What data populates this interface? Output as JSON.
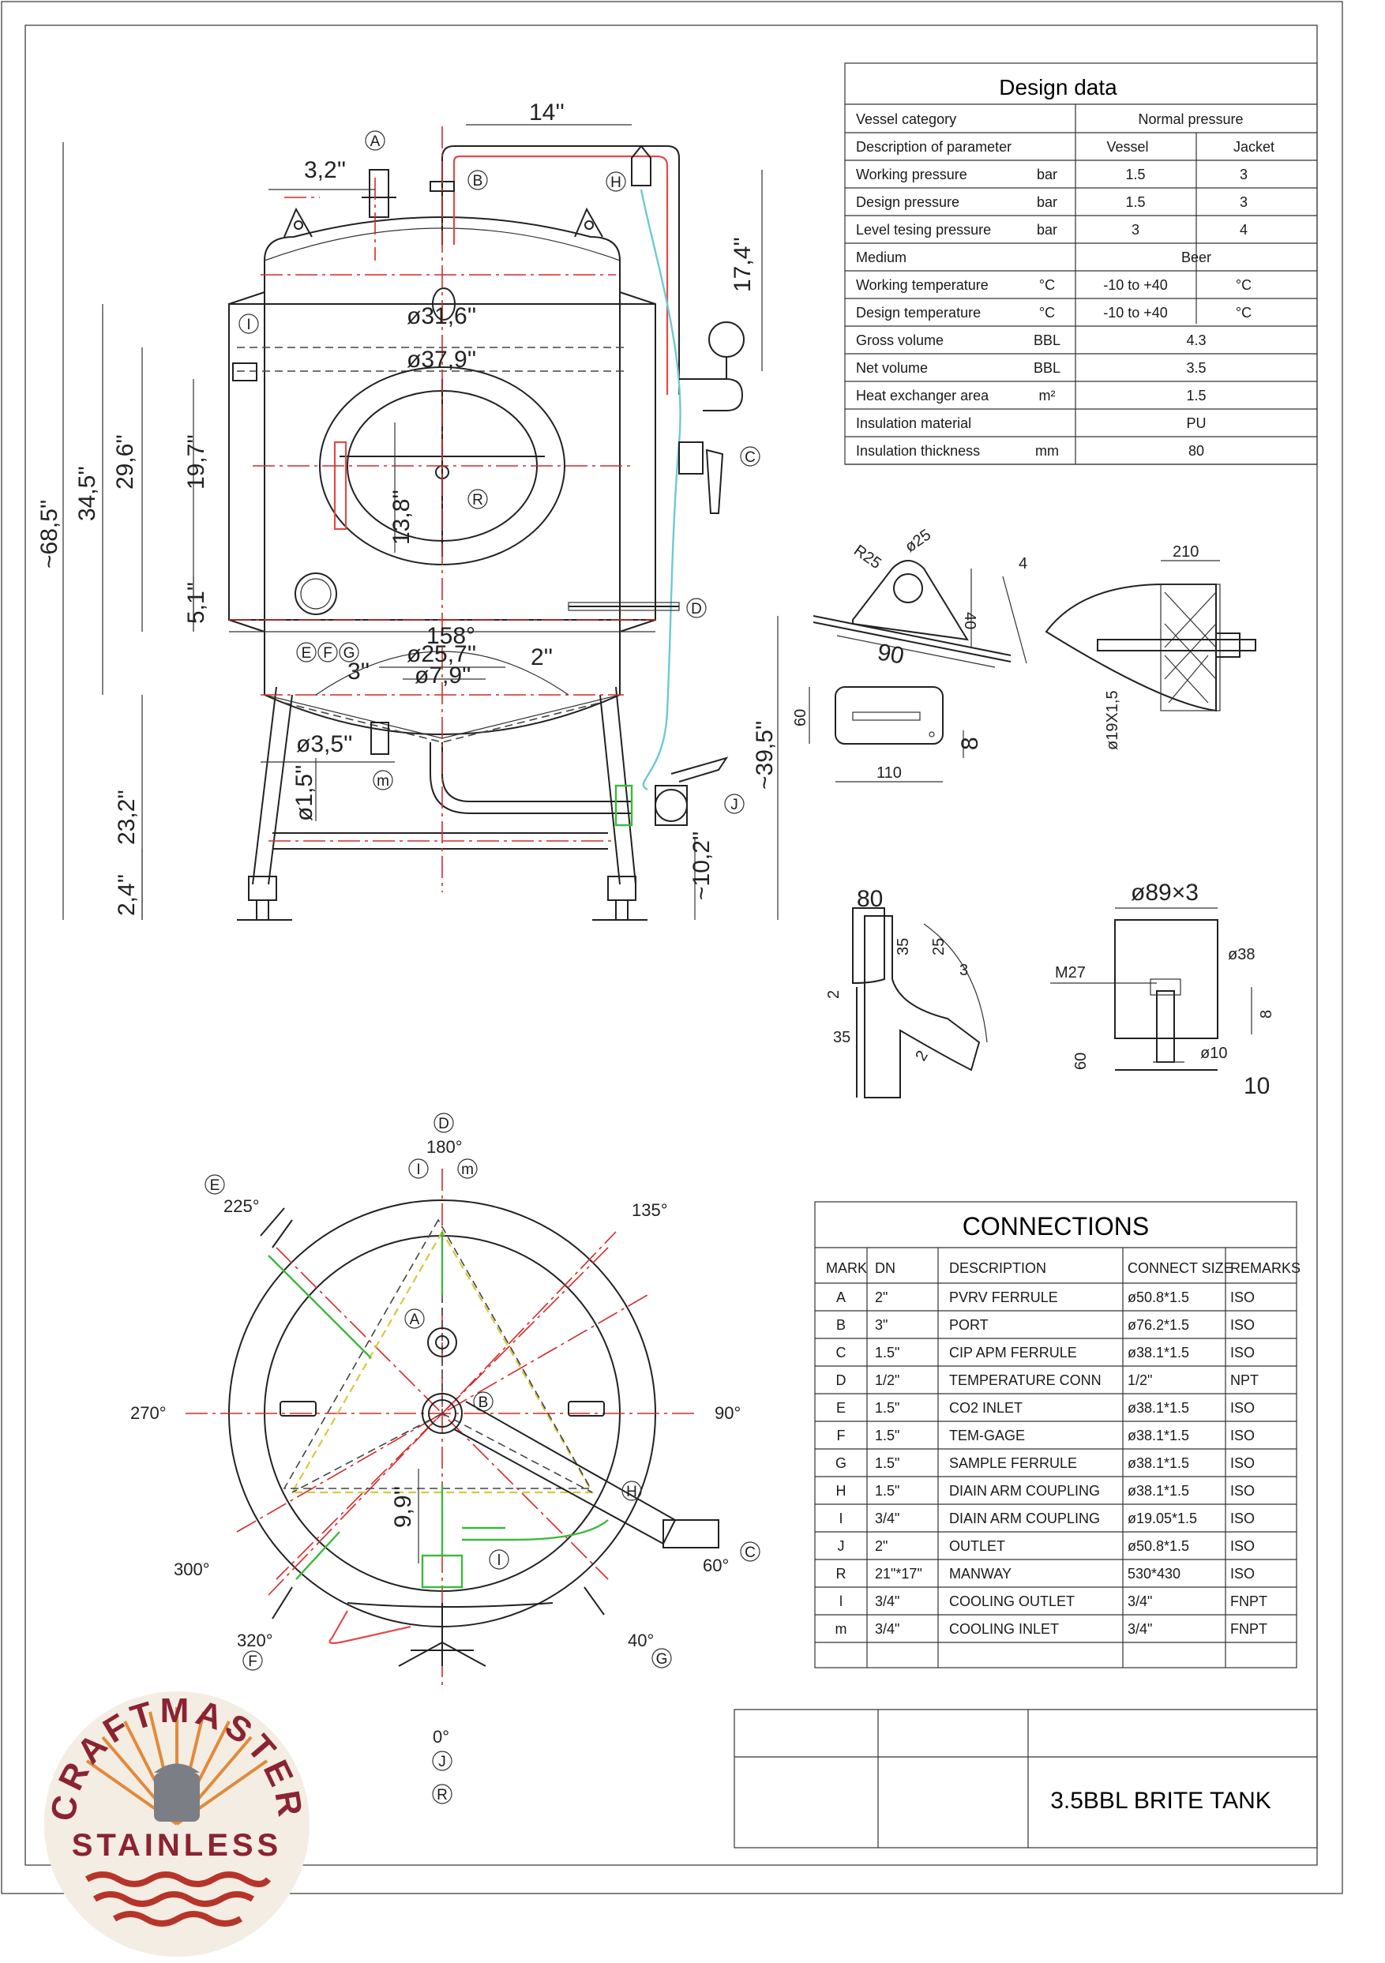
{
  "design_data": {
    "title": "Design data",
    "header": {
      "vessel_category_label": "Vessel category",
      "vessel_category_value": "Normal pressure",
      "param_label": "Description of parameter",
      "col_vessel": "Vessel",
      "col_jacket": "Jacket"
    },
    "rows": [
      {
        "label": "Working pressure",
        "unit": "bar",
        "vessel": "1.5",
        "jacket": "3"
      },
      {
        "label": "Design pressure",
        "unit": "bar",
        "vessel": "1.5",
        "jacket": "3"
      },
      {
        "label": "Level tesing pressure",
        "unit": "bar",
        "vessel": "3",
        "jacket": "4"
      },
      {
        "label": "Medium",
        "unit": "",
        "vessel": "Beer",
        "jacket": ""
      },
      {
        "label": "Working temperature",
        "unit": "°C",
        "vessel": "-10 to +40",
        "jacket": "°C"
      },
      {
        "label": "Design temperature",
        "unit": "°C",
        "vessel": "-10 to +40",
        "jacket": "°C"
      },
      {
        "label": "Gross volume",
        "unit": "BBL",
        "vessel": "4.3",
        "jacket": ""
      },
      {
        "label": "Net volume",
        "unit": "BBL",
        "vessel": "3.5",
        "jacket": ""
      },
      {
        "label": "Heat exchanger area",
        "unit": "m²",
        "vessel": "1.5",
        "jacket": ""
      },
      {
        "label": "Insulation material",
        "unit": "",
        "vessel": "PU",
        "jacket": ""
      },
      {
        "label": "Insulation thickness",
        "unit": "mm",
        "vessel": "80",
        "jacket": ""
      }
    ]
  },
  "connections": {
    "title": "CONNECTIONS",
    "columns": [
      "MARK",
      "DN",
      "DESCRIPTION",
      "CONNECT SIZE",
      "REMARKS"
    ],
    "rows": [
      [
        "A",
        "2\"",
        "PVRV FERRULE",
        "ø50.8*1.5",
        "ISO"
      ],
      [
        "B",
        "3\"",
        "PORT",
        "ø76.2*1.5",
        "ISO"
      ],
      [
        "C",
        "1.5\"",
        "CIP APM FERRULE",
        "ø38.1*1.5",
        "ISO"
      ],
      [
        "D",
        "1/2\"",
        "TEMPERATURE CONN",
        "1/2\"",
        "NPT"
      ],
      [
        "E",
        "1.5\"",
        "CO2 INLET",
        "ø38.1*1.5",
        "ISO"
      ],
      [
        "F",
        "1.5\"",
        "TEM-GAGE",
        "ø38.1*1.5",
        "ISO"
      ],
      [
        "G",
        "1.5\"",
        "SAMPLE FERRULE",
        "ø38.1*1.5",
        "ISO"
      ],
      [
        "H",
        "1.5\"",
        "DIAIN ARM COUPLING",
        "ø38.1*1.5",
        "ISO"
      ],
      [
        "I",
        "3/4\"",
        "DIAIN ARM COUPLING",
        "ø19.05*1.5",
        "ISO"
      ],
      [
        "J",
        "2\"",
        "OUTLET",
        "ø50.8*1.5",
        "ISO"
      ],
      [
        "R",
        "21\"*17\"",
        "MANWAY",
        "530*430",
        "ISO"
      ],
      [
        "l",
        "3/4\"",
        "COOLING OUTLET",
        "3/4\"",
        "FNPT"
      ],
      [
        "m",
        "3/4\"",
        "COOLING INLET",
        "3/4\"",
        "FNPT"
      ]
    ]
  },
  "title_block": {
    "drawing_title": "3.5BBL BRITE TANK"
  },
  "logo": {
    "top_text": "CRAFTMASTER",
    "bottom_text": "STAINLESS"
  },
  "dimensions": {
    "d14": "14''",
    "d3_2": "3,2''",
    "d17_4": "17,4''",
    "d31_6": "ø31,6''",
    "d37_9": "ø37,9''",
    "d68_5": "~68,5''",
    "d34_5": "34,5''",
    "d29_6": "29,6''",
    "d19_7": "19,7''",
    "d5_1": "5,1''",
    "d13_8": "13,8''",
    "d158": "158°",
    "d25_7": "ø25,7''",
    "d2": "2''",
    "d7_9": "ø7,9''",
    "d3": "3''",
    "d3_5": "ø3,5''",
    "d1_5": "ø1,5''",
    "d39_5": "~39,5''",
    "d23_2": "23,2''",
    "d2_4": "2,4''",
    "d10_2": "~10,2''",
    "d9_9": "9,9''"
  },
  "detail_dims": {
    "r25": "R25",
    "o25": "ø25",
    "four": "4",
    "forty": "40",
    "ninety": "90",
    "sixty": "60",
    "eight": "8",
    "d110": "110",
    "d210": "210",
    "d19x15": "ø19X1,5",
    "d80": "80",
    "d35a": "35",
    "d25": "25",
    "d3": "3",
    "d2a": "2",
    "d35b": "35",
    "d2b": "2",
    "d89x3": "ø89×3",
    "d38": "ø38",
    "m27": "M27",
    "d8b": "8",
    "d60b": "60",
    "d10o": "ø10",
    "d10": "10"
  },
  "angles": {
    "a180": "180°",
    "a135": "135°",
    "a225": "225°",
    "a270": "270°",
    "a90": "90°",
    "a300": "300°",
    "a60": "60°",
    "a320": "320°",
    "a40": "40°",
    "a0": "0°"
  },
  "marks": {
    "A": "A",
    "B": "B",
    "C": "C",
    "D": "D",
    "E": "E",
    "F": "F",
    "G": "G",
    "H": "H",
    "I": "I",
    "J": "J",
    "R": "R",
    "l": "l",
    "m": "m"
  }
}
